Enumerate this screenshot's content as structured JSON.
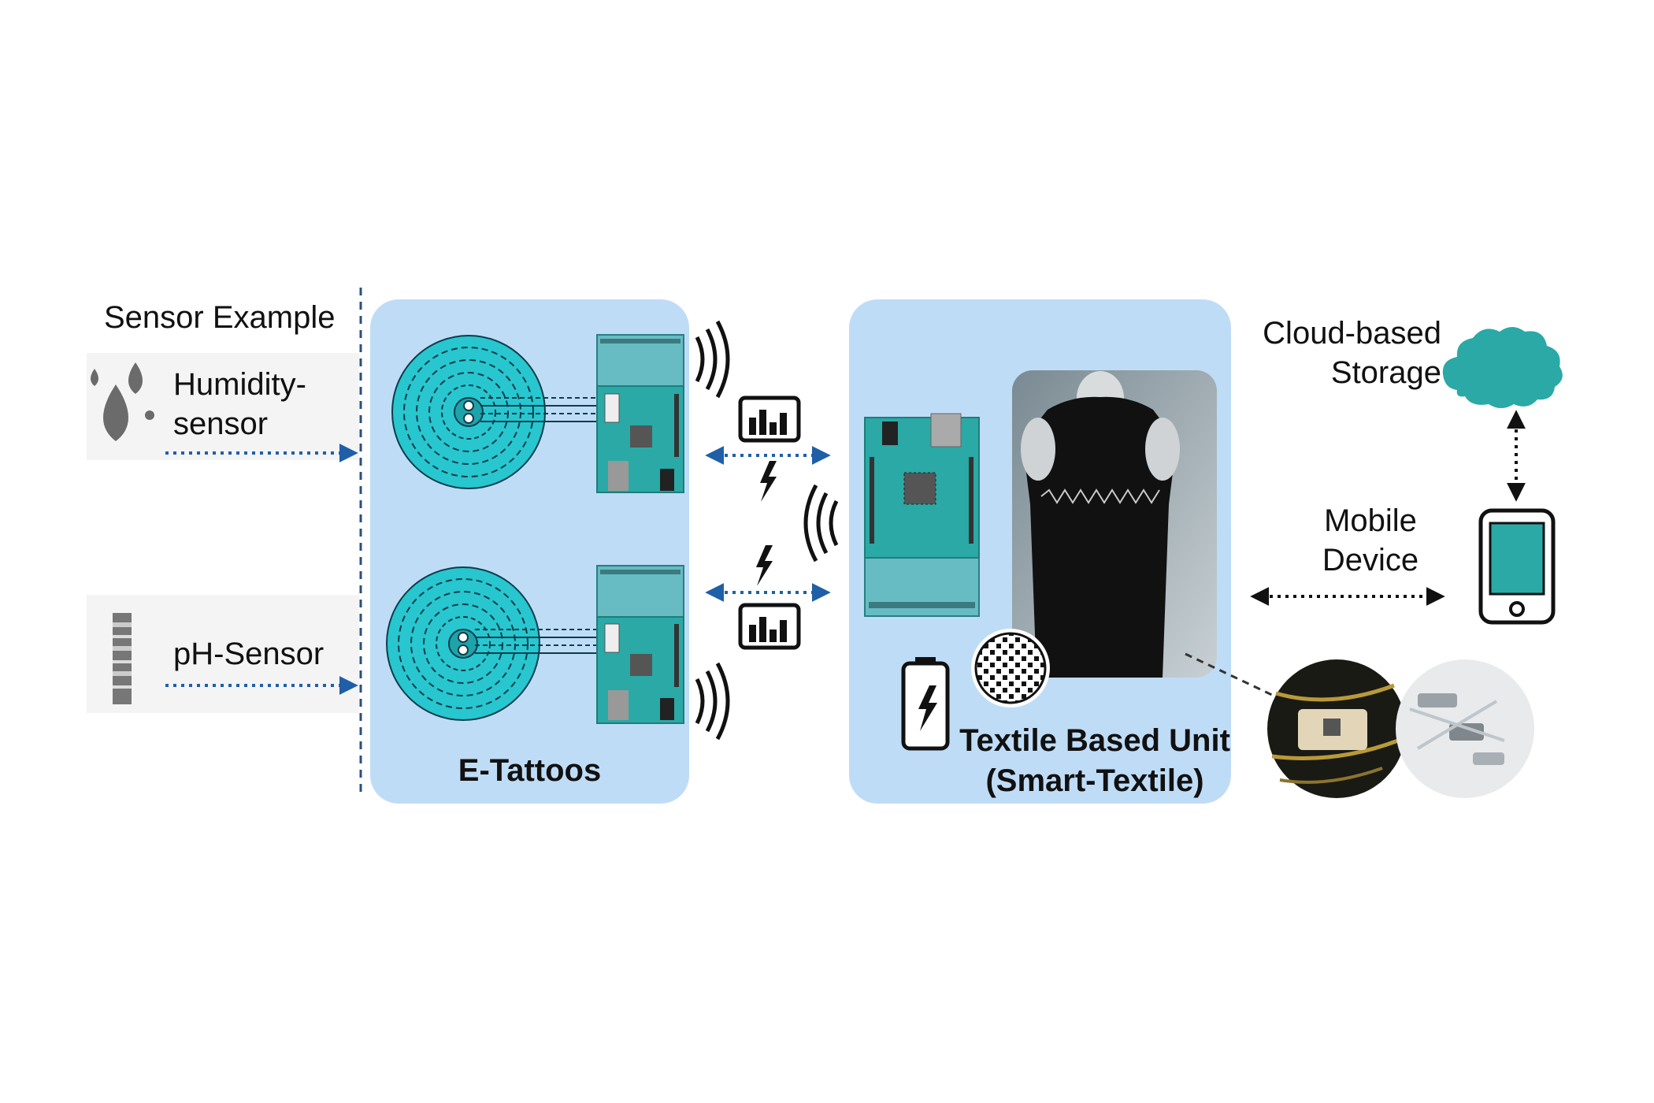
{
  "sensors": {
    "header": "Sensor Example",
    "humidity": {
      "line1": "Humidity-",
      "line2": "sensor",
      "icon": "water-drops-icon"
    },
    "ph": {
      "label": "pH-Sensor",
      "icon": "ph-strip-icon"
    }
  },
  "etattoos": {
    "label": "E-Tattoos"
  },
  "textile": {
    "line1": "Textile Based Unit",
    "line2": "(Smart-Textile)"
  },
  "cloud": {
    "line1": "Cloud-based",
    "line2": "Storage",
    "icon": "cloud-icon"
  },
  "mobile": {
    "line1": "Mobile",
    "line2": "Device",
    "icon": "smartphone-icon"
  },
  "colors": {
    "panel_blue": "#bfdcf7",
    "teal": "#2aa9a6",
    "tattoo_cyan": "#28c6cf",
    "arrow_blue": "#1f5fa8",
    "cloud_teal": "#2aa9a6"
  }
}
